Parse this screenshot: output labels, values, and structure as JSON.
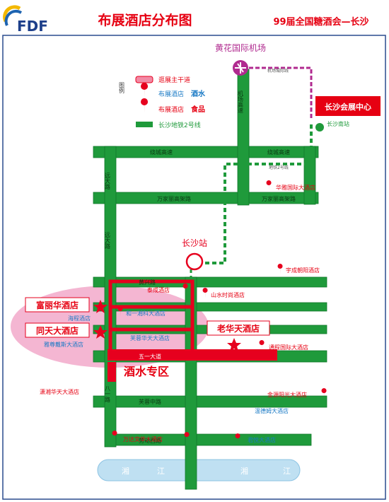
{
  "header": {
    "logo_text": "FDF",
    "title": "布展酒店分布图",
    "subtitle": "99届全国糖酒会—长沙"
  },
  "legend": {
    "heading": "图例",
    "items": [
      {
        "label": "逛展主干道",
        "highlight": ""
      },
      {
        "label": "布展酒店",
        "highlight": "酒水"
      },
      {
        "label": "布展酒店",
        "highlight": "食品"
      },
      {
        "label": "长沙地铁2号线",
        "highlight": ""
      }
    ]
  },
  "places": {
    "airport": "黄花国际机场",
    "expo_center": "长沙会展中心",
    "south_station": "长沙南站",
    "changsha_station": "长沙站",
    "wine_zone": "酒水专区",
    "river": [
      "湘",
      "江",
      "湘",
      "江"
    ]
  },
  "roads": {
    "expressway_left": "绕城高速",
    "expressway_right": "绕城高速",
    "wanjiali_left": "万家丽高架路",
    "wanjiali_right": "万家丽高架路",
    "airport_hwy": "机场高速",
    "yuanda_upper": "远大路",
    "yuanda_lower": "远大路",
    "huangxing": "黄兴路",
    "wuyi": "五一大道",
    "furong": "芙蓉中路",
    "bayi": "八一路",
    "laodong": "劳动西路",
    "metro_label_1": "机场城际线",
    "metro_label_2": "地铁2号线"
  },
  "hotels": {
    "wine": [
      "富丽华酒店",
      "同天大酒店",
      "老华天酒店"
    ],
    "food": [
      "华雅国际大酒店",
      "宇成朝阳酒店",
      "泰成酒店",
      "山水时尚酒店",
      "和一湘科大酒店",
      "海程酒店",
      "芙蓉华天大酒店",
      "雅尊戴斯大酒店",
      "通程国际大酒店",
      "潇湘华天大酒店",
      "金源阳光大酒店",
      "温德姆大酒店",
      "万达文华大酒店",
      "君悦大酒店"
    ]
  },
  "colors": {
    "road_green": "#1f9a3b",
    "road_dark": "#11782a",
    "main_red": "#e6001e",
    "zone_pink": "#f4b6d2",
    "river_blue": "#bfe0f2",
    "metro_purple": "#b02a8f",
    "title_red": "#e60012",
    "label_blue": "#1a7ac5"
  }
}
